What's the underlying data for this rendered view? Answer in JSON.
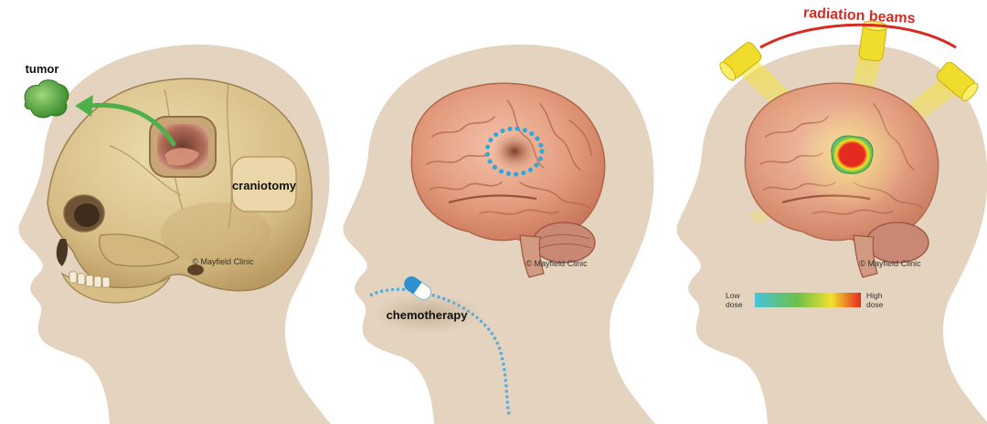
{
  "panels": [
    {
      "id": "surgery",
      "labels": {
        "tumor": "tumor",
        "craniotomy": "craniotomy"
      },
      "credit": "© Mayfield Clinic"
    },
    {
      "id": "chemotherapy",
      "labels": {
        "chemotherapy": "chemotherapy"
      },
      "credit": "© Mayfield Clinic"
    },
    {
      "id": "radiation",
      "labels": {
        "beams": "radiation beams"
      },
      "credit": "© Mayfield Clinic",
      "dose_legend": {
        "low_line1": "Low",
        "low_line2": "dose",
        "high_line1": "High",
        "high_line2": "dose"
      }
    }
  ],
  "colors": {
    "head_silhouette": "#e3d3be",
    "skull": "#d9c08c",
    "brain": "#e8a488",
    "tumor": "#5fb04a",
    "arrow": "#4fb04a",
    "margin_dots": "#2aa9e0",
    "radiation_arc": "#d62a22",
    "beam": "#f3e23a",
    "dose_low": "#47c3d9",
    "dose_mid": "#6cc04a",
    "dose_mid2": "#f2e12d",
    "dose_high": "#e52a1f"
  }
}
